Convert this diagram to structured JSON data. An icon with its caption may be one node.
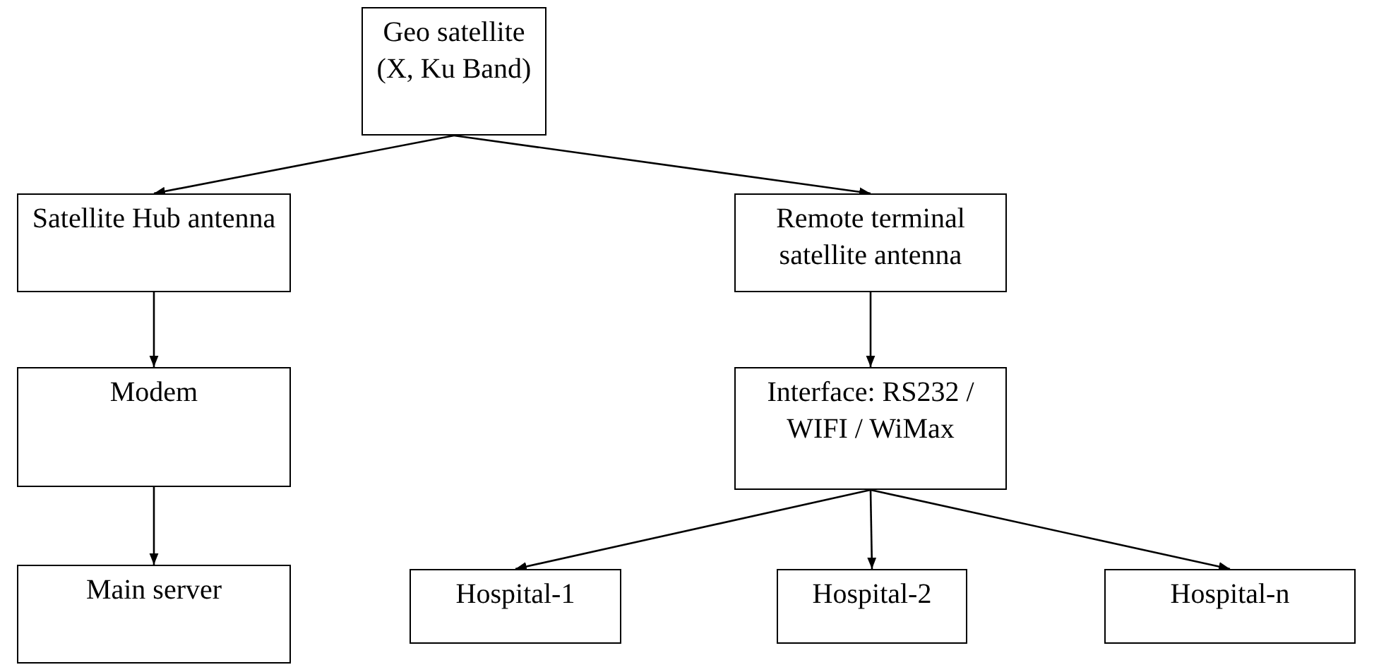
{
  "diagram": {
    "nodes": [
      {
        "text": [
          "Geo satellite (X, Ku Band)"
        ]
      },
      {
        "text": [
          "Satellite Hub antenna"
        ]
      },
      {
        "text": [
          "Remote terminal satellite antenna"
        ]
      },
      {
        "text": [
          "Modem"
        ]
      },
      {
        "text": [
          "Interface: RS232 / WIFI / WiMax"
        ]
      },
      {
        "text": [
          "Main server"
        ]
      },
      {
        "text": [
          "Hospital-1"
        ]
      },
      {
        "text": [
          "Hospital-2"
        ]
      },
      {
        "text": [
          "Hospital-n"
        ]
      }
    ],
    "edges": [
      {
        "from": 0,
        "to": 1,
        "arrow": "to"
      },
      {
        "from": 0,
        "to": 2,
        "arrow": "to"
      },
      {
        "from": 1,
        "to": 3,
        "arrow": "to"
      },
      {
        "from": 3,
        "to": 5,
        "arrow": "to"
      },
      {
        "from": 2,
        "to": 4,
        "arrow": "to"
      },
      {
        "from": 4,
        "to": 6,
        "arrow": "to"
      },
      {
        "from": 4,
        "to": 7,
        "arrow": "to"
      },
      {
        "from": 4,
        "to": 8,
        "arrow": "to"
      }
    ]
  }
}
